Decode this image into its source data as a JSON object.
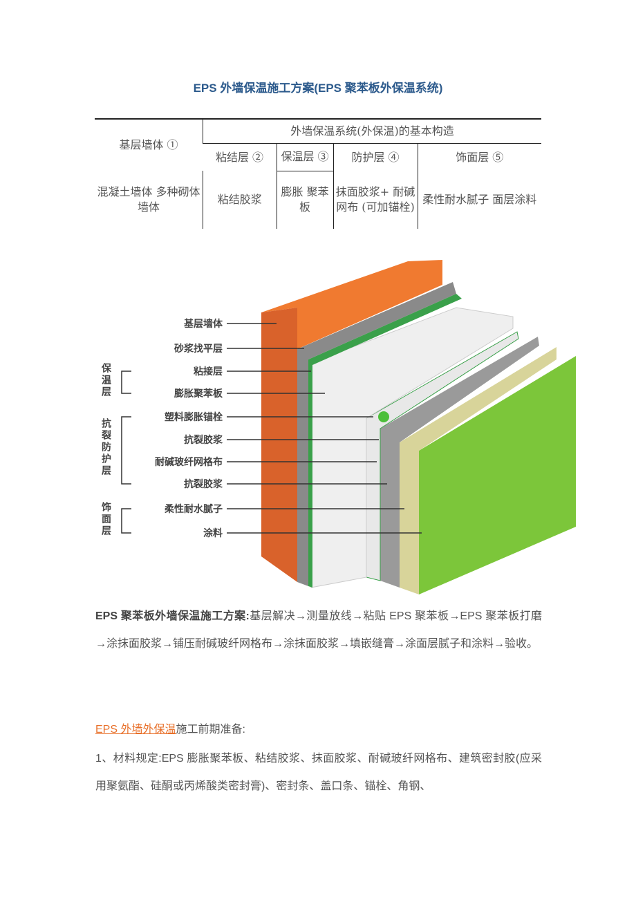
{
  "title": "EPS 外墙保温施工方案(EPS 聚苯板外保温系统)",
  "table": {
    "header": "外墙保温系统(外保温)的基本构造",
    "col1_head": "基层墙体 ①",
    "layers": [
      "粘结层 ②",
      "保温层 ③",
      "防护层 ④",
      "饰面层 ⑤"
    ],
    "row": [
      "混凝土墙体 多种砌体墙体",
      "粘结胶浆",
      "膨胀 聚苯板",
      "抹面胶浆+ 耐碱网布 (可加锚栓)",
      "柔性耐水腻子 面层涂料"
    ]
  },
  "diagram": {
    "labels": [
      "基层墙体",
      "砂浆找平层",
      "粘接层",
      "膨胀聚苯板",
      "塑料膨胀锚栓",
      "抗裂胶浆",
      "耐碱玻纤网格布",
      "抗裂胶浆",
      "柔性耐水腻子",
      "涂料"
    ],
    "groups": [
      "保温层",
      "抗裂防护层",
      "饰面层"
    ],
    "colors": {
      "brick": "#d9622b",
      "brick_top": "#f07a30",
      "mortar": "#8a8a8a",
      "eps": "#f2f2f2",
      "putty": "#d8d49a",
      "paint": "#7cc63a"
    }
  },
  "p1": {
    "bold": "EPS 聚苯板外墙保温施工方案:",
    "text": "基层解决→测量放线→粘贴 EPS 聚苯板→EPS 聚苯板打磨→涂抹面胶浆→铺压耐碱玻纤网格布→涂抹面胶浆→填嵌缝膏→涂面层腻子和涂料→验收。"
  },
  "p2": {
    "link": "EPS 外墙外保温",
    "text": "施工前期准备:"
  },
  "p3": "1、材料规定:EPS 膨胀聚苯板、粘结胶浆、抹面胶浆、耐碱玻纤网格布、建筑密封胶(应采用聚氨酯、硅酮或丙烯酸类密封膏)、密封条、盖口条、锚栓、角钢、"
}
